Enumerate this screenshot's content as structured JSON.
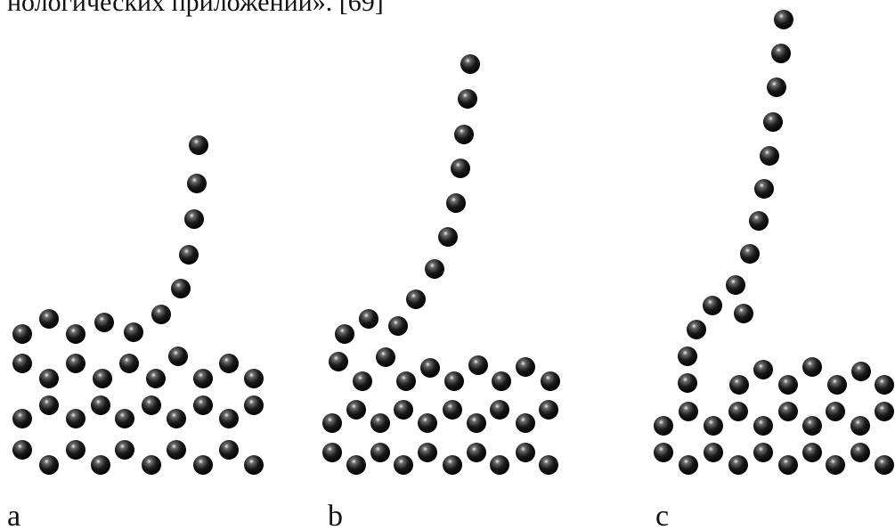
{
  "caption": "нологических приложений». [69]",
  "colors": {
    "ball_dark": "#0a0a0a",
    "ball_mid": "#3a3a3a",
    "ball_highlight": "#f2f2f2",
    "label": "#111111"
  },
  "panels": [
    {
      "label": "a"
    },
    {
      "label": "b"
    },
    {
      "label": "c"
    }
  ]
}
